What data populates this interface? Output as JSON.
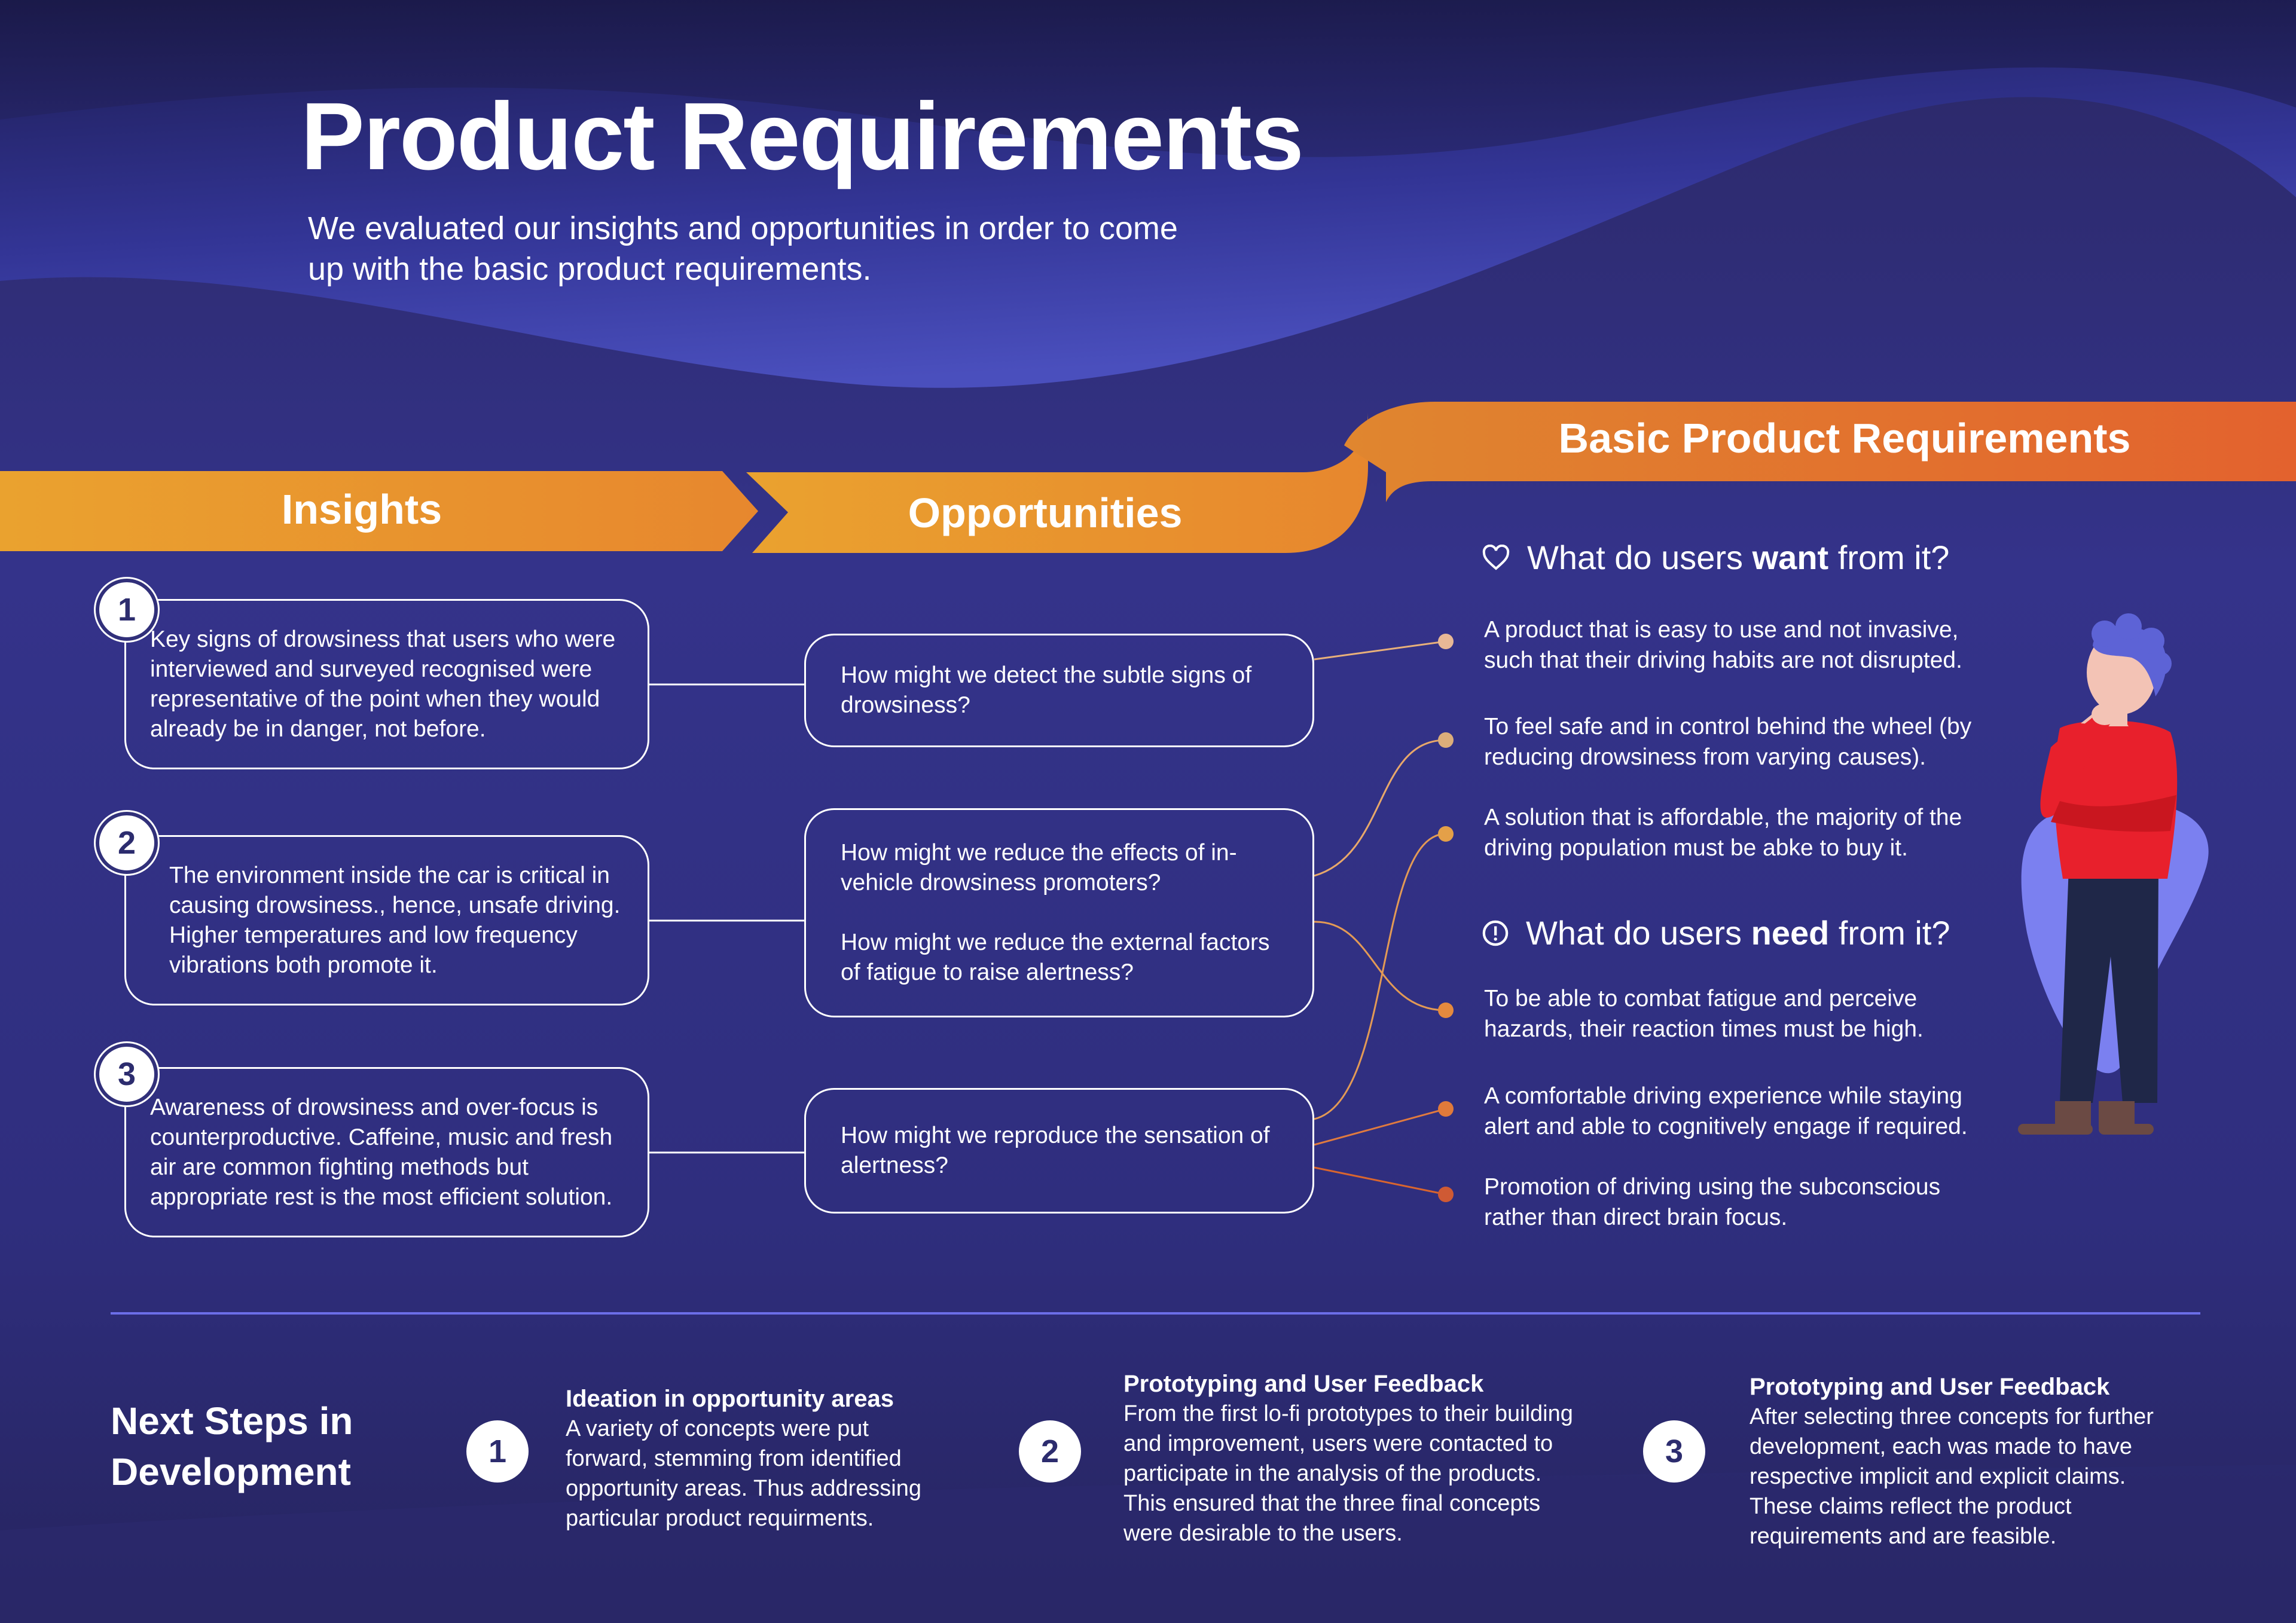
{
  "header": {
    "title": "Product Requirements",
    "subtitle": "We evaluated our insights and opportunities in order to come up with the basic product requirements."
  },
  "banners": {
    "insights": "Insights",
    "opportunities": "Opportunities",
    "requirements": "Basic Product Requirements"
  },
  "insights": [
    {
      "num": "1",
      "text": "Key signs of drowsiness that users who were interviewed and surveyed recognised were representative of the point when they would already be in danger, not before."
    },
    {
      "num": "2",
      "text": "The environment inside the car is critical in causing drowsiness., hence, unsafe driving. Higher temperatures and low frequency vibrations both promote it."
    },
    {
      "num": "3",
      "text": "Awareness of drowsiness  and over-focus is counterproductive. Caffeine, music and fresh air are common fighting methods but appropriate rest is the most efficient solution."
    }
  ],
  "opportunities": {
    "o1": "How might we detect the subtle signs of drowsiness?",
    "o2a": "How might we reduce the effects of in-vehicle drowsiness promoters?",
    "o2b": "How might we reduce the external factors of fatigue to raise alertness?",
    "o3": "How might we reproduce the sensation of alertness?"
  },
  "requirements": {
    "want_head": {
      "pre": "What do users ",
      "bold": "want",
      "post": " from it?"
    },
    "want": [
      "A product that is easy to use and not invasive, such that their driving habits are not disrupted.",
      "To feel safe and in control behind the wheel (by reducing drowsiness from varying causes).",
      "A solution that is affordable, the majority of the driving population must be abke to buy it."
    ],
    "need_head": {
      "pre": "What do users ",
      "bold": "need",
      "post": " from it?"
    },
    "need": [
      "To be able to combat fatigue and perceive hazards, their reaction times must be high.",
      "A comfortable driving experience while staying alert and able to cognitively engage if required.",
      "Promotion of driving using the subconscious rather than direct brain focus."
    ]
  },
  "next_steps": {
    "title": "Next Steps in Development",
    "steps": [
      {
        "num": "1",
        "title": "Ideation in opportunity areas",
        "text": "A variety of concepts were put forward, stemming from identified opportunity areas. Thus addressing particular product requirments."
      },
      {
        "num": "2",
        "title": "Prototyping and User Feedback",
        "text": "From the first lo-fi prototypes to their building and improvement, users were contacted to participate in the analysis of the products. This ensured that the three final concepts were desirable to the users."
      },
      {
        "num": "3",
        "title": "Prototyping and User Feedback",
        "text": "After selecting  three concepts for further development, each was made to have respective implicit and explicit claims. These claims reflect the product requirements and are feasible."
      }
    ]
  },
  "colors": {
    "background": "#2f2c78",
    "banner_orange": "#e8952e",
    "banner_red_orange": "#e36a2f",
    "connector_light": "#e8b07a",
    "connector_dark": "#d9652e",
    "figure_shirt": "#e8202c",
    "figure_hair": "#5d63d6"
  },
  "icons": [
    "heart-icon",
    "exclamation-circle-icon"
  ]
}
